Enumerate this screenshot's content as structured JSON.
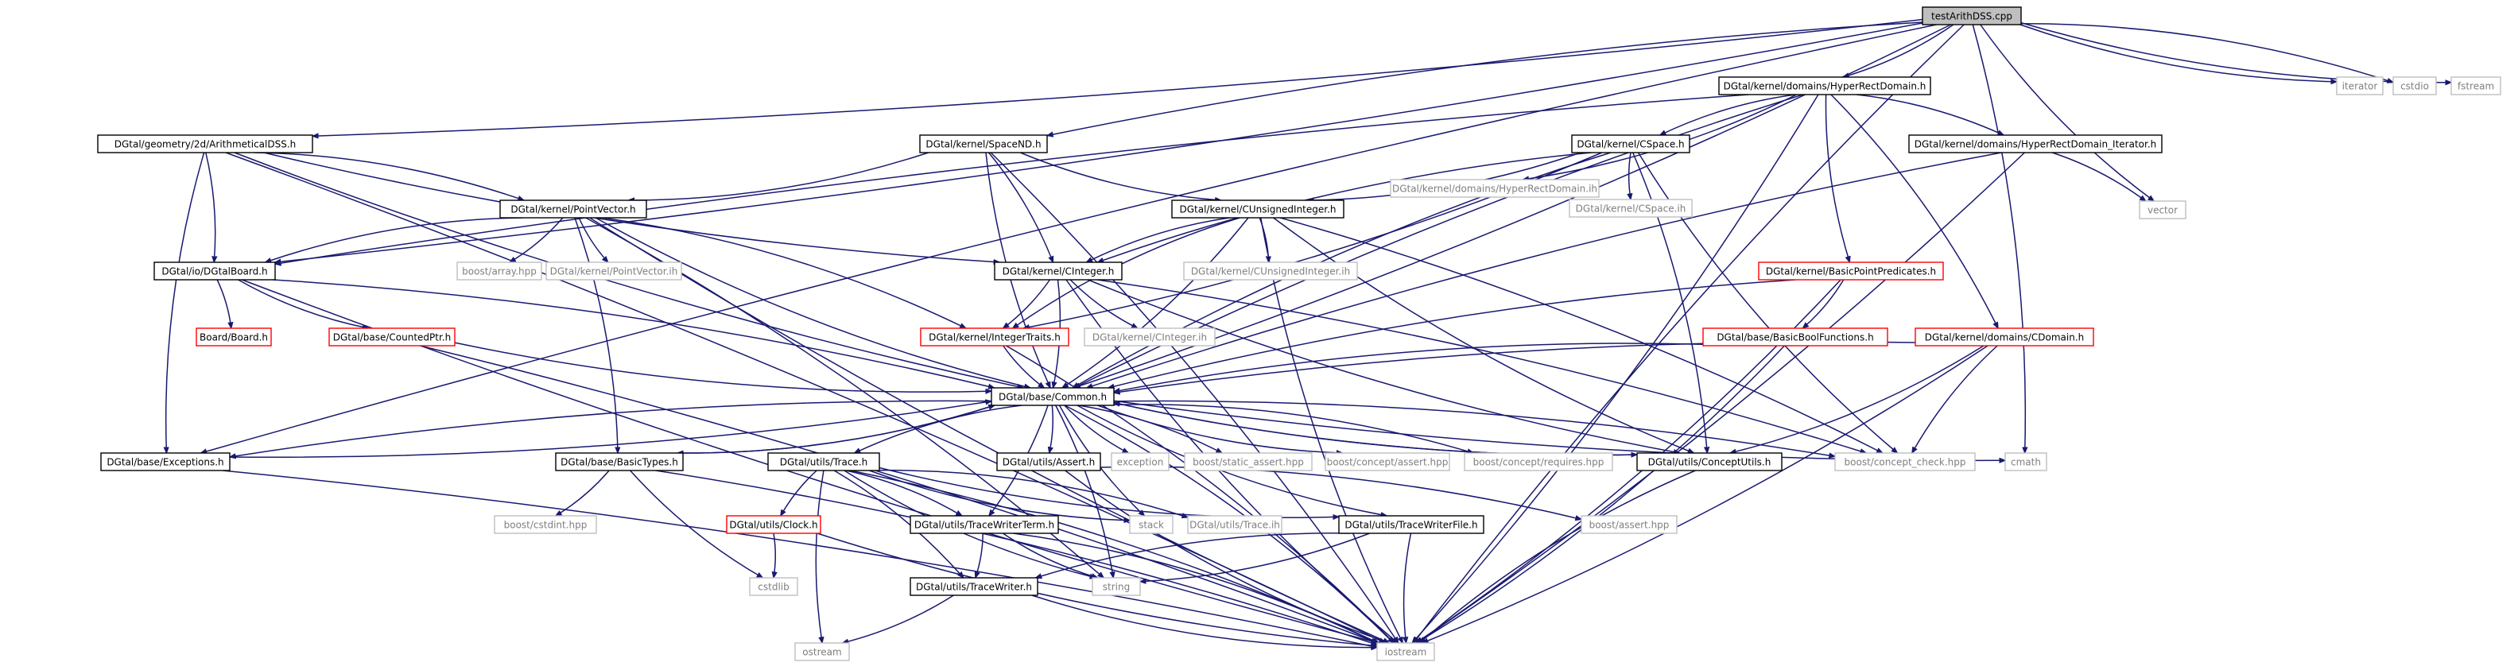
{
  "colors": {
    "edge": "#191970",
    "node_border": "#000000",
    "missing_border": "#bfbfbf",
    "missing_text": "#7f7f7f",
    "incomplete_border": "#ff0000",
    "root_fill": "#bfbfbf",
    "node_fill": "#ffffff",
    "text": "#000000"
  },
  "nodes": [
    {
      "id": "root",
      "label": "testArithDSS.cpp",
      "kind": "root"
    },
    {
      "id": "hrd",
      "label": "DGtal/kernel/domains/HyperRectDomain.h",
      "kind": "normal"
    },
    {
      "id": "iterator",
      "label": "iterator",
      "kind": "missing"
    },
    {
      "id": "cstdio",
      "label": "cstdio",
      "kind": "missing"
    },
    {
      "id": "fstream",
      "label": "fstream",
      "kind": "missing"
    },
    {
      "id": "ads",
      "label": "DGtal/geometry/2d/ArithmeticalDSS.h",
      "kind": "normal"
    },
    {
      "id": "spacend",
      "label": "DGtal/kernel/SpaceND.h",
      "kind": "normal"
    },
    {
      "id": "hrdih",
      "label": "DGtal/kernel/domains/HyperRectDomain.ih",
      "kind": "missing"
    },
    {
      "id": "cspace",
      "label": "DGtal/kernel/CSpace.h",
      "kind": "normal"
    },
    {
      "id": "hrditer",
      "label": "DGtal/kernel/domains/HyperRectDomain_Iterator.h",
      "kind": "normal"
    },
    {
      "id": "vector",
      "label": "vector",
      "kind": "missing"
    },
    {
      "id": "pointvector",
      "label": "DGtal/kernel/PointVector.h",
      "kind": "normal"
    },
    {
      "id": "cuint",
      "label": "DGtal/kernel/CUnsignedInteger.h",
      "kind": "normal"
    },
    {
      "id": "cspaceih",
      "label": "DGtal/kernel/CSpace.ih",
      "kind": "missing"
    },
    {
      "id": "dgboard",
      "label": "DGtal/io/DGtalBoard.h",
      "kind": "normal"
    },
    {
      "id": "boostarray",
      "label": "boost/array.hpp",
      "kind": "missing"
    },
    {
      "id": "pvih",
      "label": "DGtal/kernel/PointVector.ih",
      "kind": "missing"
    },
    {
      "id": "cinteger",
      "label": "DGtal/kernel/CInteger.h",
      "kind": "normal"
    },
    {
      "id": "cuintih",
      "label": "DGtal/kernel/CUnsignedInteger.ih",
      "kind": "missing"
    },
    {
      "id": "bpp",
      "label": "DGtal/kernel/BasicPointPredicates.h",
      "kind": "incomplete"
    },
    {
      "id": "board",
      "label": "Board/Board.h",
      "kind": "incomplete"
    },
    {
      "id": "countedptr",
      "label": "DGtal/base/CountedPtr.h",
      "kind": "incomplete"
    },
    {
      "id": "inttraits",
      "label": "DGtal/kernel/IntegerTraits.h",
      "kind": "incomplete"
    },
    {
      "id": "cintegerih",
      "label": "DGtal/kernel/CInteger.ih",
      "kind": "missing"
    },
    {
      "id": "bbf",
      "label": "DGtal/base/BasicBoolFunctions.h",
      "kind": "incomplete"
    },
    {
      "id": "cdomain",
      "label": "DGtal/kernel/domains/CDomain.h",
      "kind": "incomplete"
    },
    {
      "id": "common",
      "label": "DGtal/base/Common.h",
      "kind": "normal"
    },
    {
      "id": "exceptions",
      "label": "DGtal/base/Exceptions.h",
      "kind": "normal"
    },
    {
      "id": "basictypes",
      "label": "DGtal/base/BasicTypes.h",
      "kind": "normal"
    },
    {
      "id": "trace",
      "label": "DGtal/utils/Trace.h",
      "kind": "normal"
    },
    {
      "id": "assert",
      "label": "DGtal/utils/Assert.h",
      "kind": "normal"
    },
    {
      "id": "exception",
      "label": "exception",
      "kind": "missing"
    },
    {
      "id": "staticassert",
      "label": "boost/static_assert.hpp",
      "kind": "missing"
    },
    {
      "id": "conceptassert",
      "label": "boost/concept/assert.hpp",
      "kind": "missing"
    },
    {
      "id": "conceptrequires",
      "label": "boost/concept/requires.hpp",
      "kind": "missing"
    },
    {
      "id": "conceptutils",
      "label": "DGtal/utils/ConceptUtils.h",
      "kind": "normal"
    },
    {
      "id": "conceptcheck",
      "label": "boost/concept_check.hpp",
      "kind": "missing"
    },
    {
      "id": "cmath",
      "label": "cmath",
      "kind": "missing"
    },
    {
      "id": "cstdint",
      "label": "boost/cstdint.hpp",
      "kind": "missing"
    },
    {
      "id": "clock",
      "label": "DGtal/utils/Clock.h",
      "kind": "incomplete"
    },
    {
      "id": "twterm",
      "label": "DGtal/utils/TraceWriterTerm.h",
      "kind": "normal"
    },
    {
      "id": "stack",
      "label": "stack",
      "kind": "missing"
    },
    {
      "id": "traceih",
      "label": "DGtal/utils/Trace.ih",
      "kind": "missing"
    },
    {
      "id": "twfile",
      "label": "DGtal/utils/TraceWriterFile.h",
      "kind": "normal"
    },
    {
      "id": "boostassert",
      "label": "boost/assert.hpp",
      "kind": "missing"
    },
    {
      "id": "cstdlib",
      "label": "cstdlib",
      "kind": "missing"
    },
    {
      "id": "string",
      "label": "string",
      "kind": "missing"
    },
    {
      "id": "tracewriter",
      "label": "DGtal/utils/TraceWriter.h",
      "kind": "normal"
    },
    {
      "id": "ostream",
      "label": "ostream",
      "kind": "missing"
    },
    {
      "id": "iostream",
      "label": "iostream",
      "kind": "missing"
    }
  ],
  "edges": [
    [
      "root",
      "hrd"
    ],
    [
      "root",
      "iterator"
    ],
    [
      "root",
      "cstdio"
    ],
    [
      "root",
      "fstream"
    ],
    [
      "root",
      "ads"
    ],
    [
      "root",
      "spacend"
    ],
    [
      "root",
      "common"
    ],
    [
      "root",
      "exceptions"
    ],
    [
      "root",
      "dgboard"
    ],
    [
      "root",
      "vector"
    ],
    [
      "root",
      "cmath"
    ],
    [
      "root",
      "iostream"
    ],
    [
      "hrd",
      "hrdih"
    ],
    [
      "hrd",
      "cspace"
    ],
    [
      "hrd",
      "hrditer"
    ],
    [
      "hrd",
      "bpp"
    ],
    [
      "hrd",
      "cdomain"
    ],
    [
      "hrd",
      "common"
    ],
    [
      "hrd",
      "iostream"
    ],
    [
      "hrd",
      "dgboard"
    ],
    [
      "ads",
      "pointvector"
    ],
    [
      "ads",
      "common"
    ],
    [
      "ads",
      "dgboard"
    ],
    [
      "ads",
      "exceptions"
    ],
    [
      "ads",
      "iostream"
    ],
    [
      "ads",
      "cinteger"
    ],
    [
      "spacend",
      "pointvector"
    ],
    [
      "spacend",
      "cuint"
    ],
    [
      "spacend",
      "cinteger"
    ],
    [
      "spacend",
      "common"
    ],
    [
      "spacend",
      "iostream"
    ],
    [
      "cspace",
      "cspaceih"
    ],
    [
      "cspace",
      "cuint"
    ],
    [
      "cspace",
      "cinteger"
    ],
    [
      "cspace",
      "inttraits"
    ],
    [
      "cspace",
      "common"
    ],
    [
      "cspace",
      "conceptutils"
    ],
    [
      "cspace",
      "conceptcheck"
    ],
    [
      "hrditer",
      "vector"
    ],
    [
      "hrditer",
      "common"
    ],
    [
      "hrditer",
      "iostream"
    ],
    [
      "pointvector",
      "dgboard"
    ],
    [
      "pointvector",
      "boostarray"
    ],
    [
      "pointvector",
      "pvih"
    ],
    [
      "pointvector",
      "inttraits"
    ],
    [
      "pointvector",
      "common"
    ],
    [
      "pointvector",
      "basictypes"
    ],
    [
      "pointvector",
      "iostream"
    ],
    [
      "pointvector",
      "string"
    ],
    [
      "cuint",
      "cinteger"
    ],
    [
      "cuint",
      "cuintih"
    ],
    [
      "cuint",
      "inttraits"
    ],
    [
      "cuint",
      "common"
    ],
    [
      "cuint",
      "conceptutils"
    ],
    [
      "cuint",
      "conceptcheck"
    ],
    [
      "cuint",
      "iostream"
    ],
    [
      "dgboard",
      "board"
    ],
    [
      "dgboard",
      "countedptr"
    ],
    [
      "dgboard",
      "common"
    ],
    [
      "dgboard",
      "iostream"
    ],
    [
      "cinteger",
      "inttraits"
    ],
    [
      "cinteger",
      "cintegerih"
    ],
    [
      "cinteger",
      "common"
    ],
    [
      "cinteger",
      "conceptutils"
    ],
    [
      "cinteger",
      "conceptcheck"
    ],
    [
      "cinteger",
      "iostream"
    ],
    [
      "bpp",
      "bbf"
    ],
    [
      "bpp",
      "common"
    ],
    [
      "bpp",
      "iostream"
    ],
    [
      "countedptr",
      "common"
    ],
    [
      "countedptr",
      "iostream"
    ],
    [
      "inttraits",
      "common"
    ],
    [
      "inttraits",
      "iostream"
    ],
    [
      "bbf",
      "common"
    ],
    [
      "bbf",
      "iostream"
    ],
    [
      "cdomain",
      "common"
    ],
    [
      "cdomain",
      "conceptutils"
    ],
    [
      "cdomain",
      "conceptcheck"
    ],
    [
      "cdomain",
      "iostream"
    ],
    [
      "common",
      "exceptions"
    ],
    [
      "common",
      "basictypes"
    ],
    [
      "common",
      "trace"
    ],
    [
      "common",
      "assert"
    ],
    [
      "common",
      "exception"
    ],
    [
      "common",
      "staticassert"
    ],
    [
      "common",
      "conceptassert"
    ],
    [
      "common",
      "conceptrequires"
    ],
    [
      "common",
      "conceptutils"
    ],
    [
      "common",
      "conceptcheck"
    ],
    [
      "common",
      "cmath"
    ],
    [
      "common",
      "twterm"
    ],
    [
      "common",
      "twfile"
    ],
    [
      "common",
      "string"
    ],
    [
      "common",
      "stack"
    ],
    [
      "common",
      "iostream"
    ],
    [
      "exceptions",
      "common"
    ],
    [
      "exceptions",
      "iostream"
    ],
    [
      "basictypes",
      "common"
    ],
    [
      "basictypes",
      "cstdint"
    ],
    [
      "basictypes",
      "cstdlib"
    ],
    [
      "basictypes",
      "iostream"
    ],
    [
      "trace",
      "clock"
    ],
    [
      "trace",
      "twterm"
    ],
    [
      "trace",
      "stack"
    ],
    [
      "trace",
      "traceih"
    ],
    [
      "trace",
      "twfile"
    ],
    [
      "trace",
      "tracewriter"
    ],
    [
      "trace",
      "string"
    ],
    [
      "trace",
      "iostream"
    ],
    [
      "trace",
      "ostream"
    ],
    [
      "assert",
      "boostassert"
    ],
    [
      "assert",
      "iostream"
    ],
    [
      "conceptutils",
      "common"
    ],
    [
      "conceptutils",
      "iostream"
    ],
    [
      "clock",
      "cstdlib"
    ],
    [
      "clock",
      "iostream"
    ],
    [
      "twterm",
      "tracewriter"
    ],
    [
      "twterm",
      "string"
    ],
    [
      "twterm",
      "iostream"
    ],
    [
      "twfile",
      "tracewriter"
    ],
    [
      "twfile",
      "string"
    ],
    [
      "twfile",
      "iostream"
    ],
    [
      "tracewriter",
      "ostream"
    ],
    [
      "tracewriter",
      "iostream"
    ]
  ]
}
